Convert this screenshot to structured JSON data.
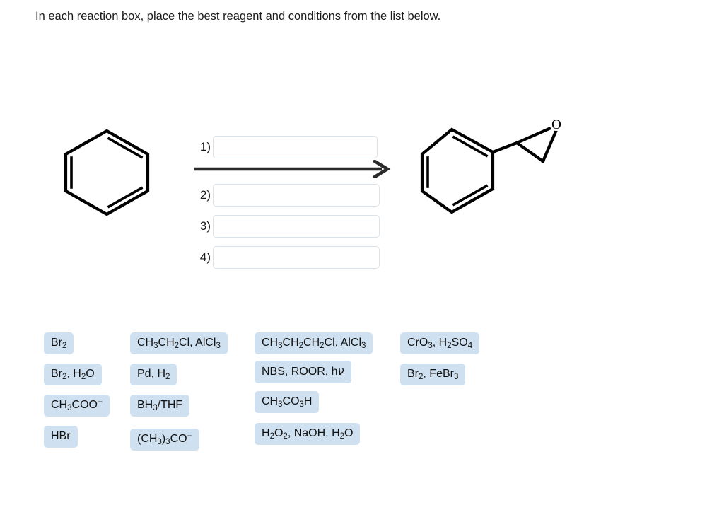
{
  "prompt": "In each reaction box, place the best reagent and conditions from the list below.",
  "scheme": {
    "reactant": {
      "name": "benzene",
      "label": "benzene-ring-structure"
    },
    "product": {
      "name": "styrene oxide",
      "label": "styrene-oxide-structure",
      "epoxide_atom_label": "O"
    },
    "arrow": {
      "direction": "right",
      "color": "#2b2b2b"
    },
    "slots": [
      {
        "label": "1)",
        "value": "",
        "placeholder": ""
      },
      {
        "label": "2)",
        "value": "",
        "placeholder": ""
      },
      {
        "label": "3)",
        "value": "",
        "placeholder": ""
      },
      {
        "label": "4)",
        "value": "",
        "placeholder": ""
      }
    ]
  },
  "reagent_bank": {
    "chip_color": "#cfe0f0",
    "columns": [
      {
        "chips": [
          {
            "html": "Br<sub>2</sub>",
            "text": "Br2"
          },
          {
            "html": "Br<sub>2</sub>, H<sub>2</sub>O",
            "text": "Br2, H2O"
          },
          {
            "html": "CH<sub>3</sub>COO<sup>&#8722;</sup>",
            "text": "CH3COO-"
          },
          {
            "html": "HBr",
            "text": "HBr"
          }
        ]
      },
      {
        "chips": [
          {
            "html": "CH<sub>3</sub>CH<sub>2</sub>Cl, AlCl<sub>3</sub>",
            "text": "CH3CH2Cl, AlCl3"
          },
          {
            "html": "Pd, H<sub>2</sub>",
            "text": "Pd, H2"
          },
          {
            "html": "BH<sub>3</sub>/THF",
            "text": "BH3/THF"
          },
          {
            "html": "(CH<sub>3</sub>)<sub>3</sub>CO<sup>&#8722;</sup>",
            "text": "(CH3)3CO-"
          }
        ]
      },
      {
        "chips": [
          {
            "html": "CH<sub>3</sub>CH<sub>2</sub>CH<sub>2</sub>Cl, AlCl<sub>3</sub>",
            "text": "CH3CH2CH2Cl, AlCl3"
          },
          {
            "html": "NBS, ROOR, h<span class=\"nu\">&#957;</span>",
            "text": "NBS, ROOR, hv"
          },
          {
            "html": "CH<sub>3</sub>CO<sub>3</sub>H",
            "text": "CH3CO3H"
          },
          {
            "html": "H<sub>2</sub>O<sub>2</sub>, NaOH, H<sub>2</sub>O",
            "text": "H2O2, NaOH, H2O"
          }
        ]
      },
      {
        "chips": [
          {
            "html": "CrO<sub>3</sub>, H<sub>2</sub>SO<sub>4</sub>",
            "text": "CrO3, H2SO4"
          },
          {
            "html": "Br<sub>2</sub>, FeBr<sub>3</sub>",
            "text": "Br2, FeBr3"
          }
        ]
      }
    ]
  }
}
